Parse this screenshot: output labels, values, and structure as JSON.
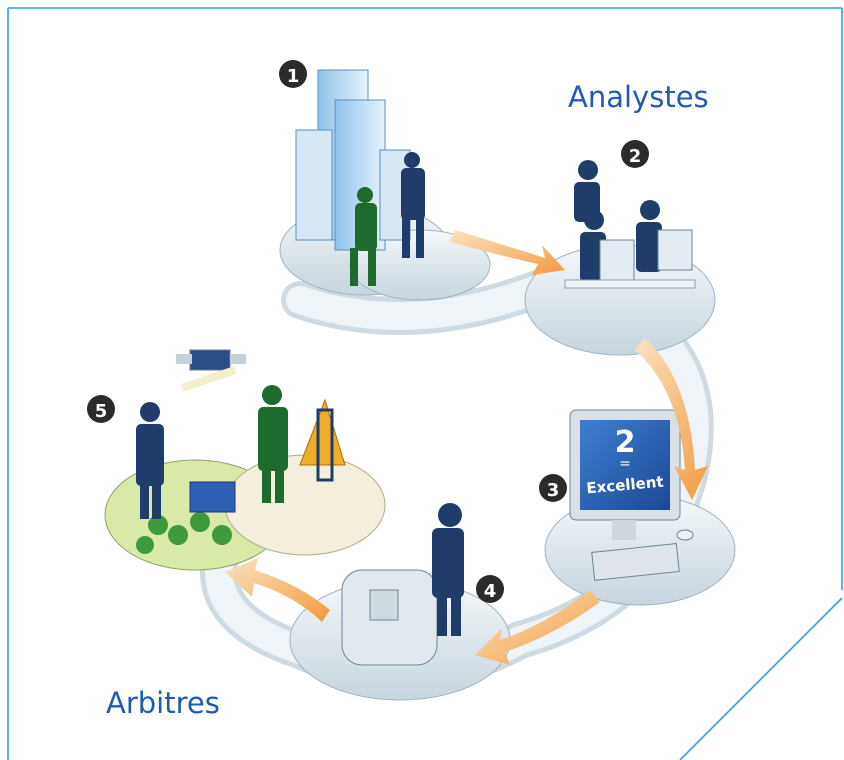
{
  "labels": {
    "analystes": "Analystes",
    "arbitres": "Arbitres"
  },
  "steps": [
    {
      "number": "1"
    },
    {
      "number": "2"
    },
    {
      "number": "3"
    },
    {
      "number": "4"
    },
    {
      "number": "5"
    }
  ],
  "monitor": {
    "score": "2",
    "separator": "=",
    "rating": "Excellent"
  },
  "colors": {
    "frame": "#29a3d9",
    "label": "#1f5bb5",
    "arrow": "#f3a24b",
    "platform": "#dfe9ef",
    "suit": "#1f3c6b",
    "green_suit": "#1e6b2f"
  }
}
